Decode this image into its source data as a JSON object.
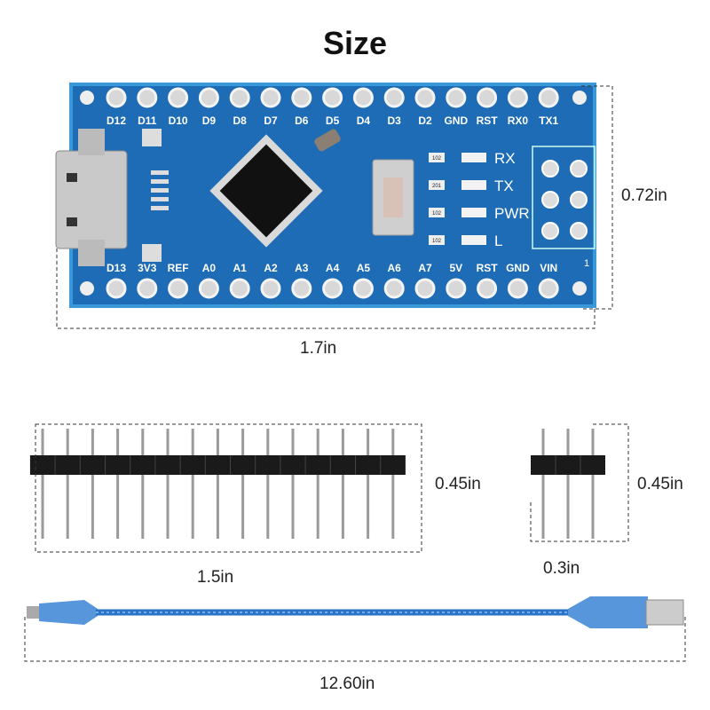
{
  "title": "Size",
  "board": {
    "top_pins": [
      "D12",
      "D11",
      "D10",
      "D9",
      "D8",
      "D7",
      "D6",
      "D5",
      "D4",
      "D3",
      "D2",
      "GND",
      "RST",
      "RX0",
      "TX1"
    ],
    "bottom_pins": [
      "D13",
      "3V3",
      "REF",
      "A0",
      "A1",
      "A2",
      "A3",
      "A4",
      "A5",
      "A6",
      "A7",
      "5V",
      "RST",
      "GND",
      "VIN"
    ],
    "leds": [
      "RX",
      "TX",
      "PWR",
      "L"
    ],
    "resistors": [
      "102",
      "201",
      "102",
      "102"
    ],
    "icsp_mark": "1",
    "width_label": "1.7in",
    "height_label": "0.72in",
    "color": "#1a6fb8"
  },
  "header_long": {
    "pin_count": 15,
    "height_label": "0.45in",
    "width_label": "1.5in"
  },
  "header_short": {
    "pin_count": 3,
    "height_label": "0.45in",
    "width_label": "0.3in"
  },
  "cable": {
    "length_label": "12.60in",
    "color": "#2a74c8"
  }
}
